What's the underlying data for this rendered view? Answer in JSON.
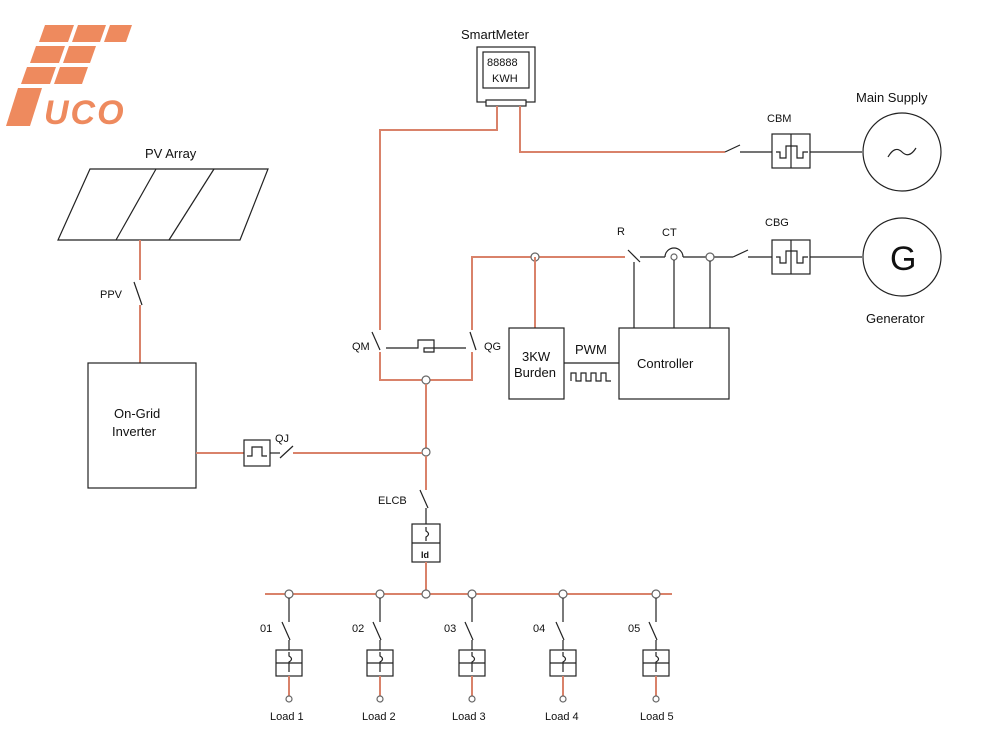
{
  "logo": {
    "text": "UCO",
    "color": "#ee8a5e"
  },
  "wire_color": "#d9826a",
  "labels": {
    "smart_meter": "SmartMeter",
    "meter_digits": "88888",
    "meter_unit": "KWH",
    "main_supply": "Main Supply",
    "cbm": "CBM",
    "cbg": "CBG",
    "generator": "Generator",
    "generator_symbol": "G",
    "pv_array": "PV Array",
    "ppv": "PPV",
    "inverter_line1": "On-Grid",
    "inverter_line2": "Inverter",
    "qj": "QJ",
    "qm": "QM",
    "qg": "QG",
    "burden_line1": "3KW",
    "burden_line2": "Burden",
    "pwm": "PWM",
    "controller": "Controller",
    "r": "R",
    "ct": "CT",
    "elcb": "ELCB",
    "elcb_id": "Id"
  },
  "branches": [
    {
      "num": "01",
      "load": "Load 1"
    },
    {
      "num": "02",
      "load": "Load 2"
    },
    {
      "num": "03",
      "load": "Load 3"
    },
    {
      "num": "04",
      "load": "Load 4"
    },
    {
      "num": "05",
      "load": "Load 5"
    }
  ]
}
